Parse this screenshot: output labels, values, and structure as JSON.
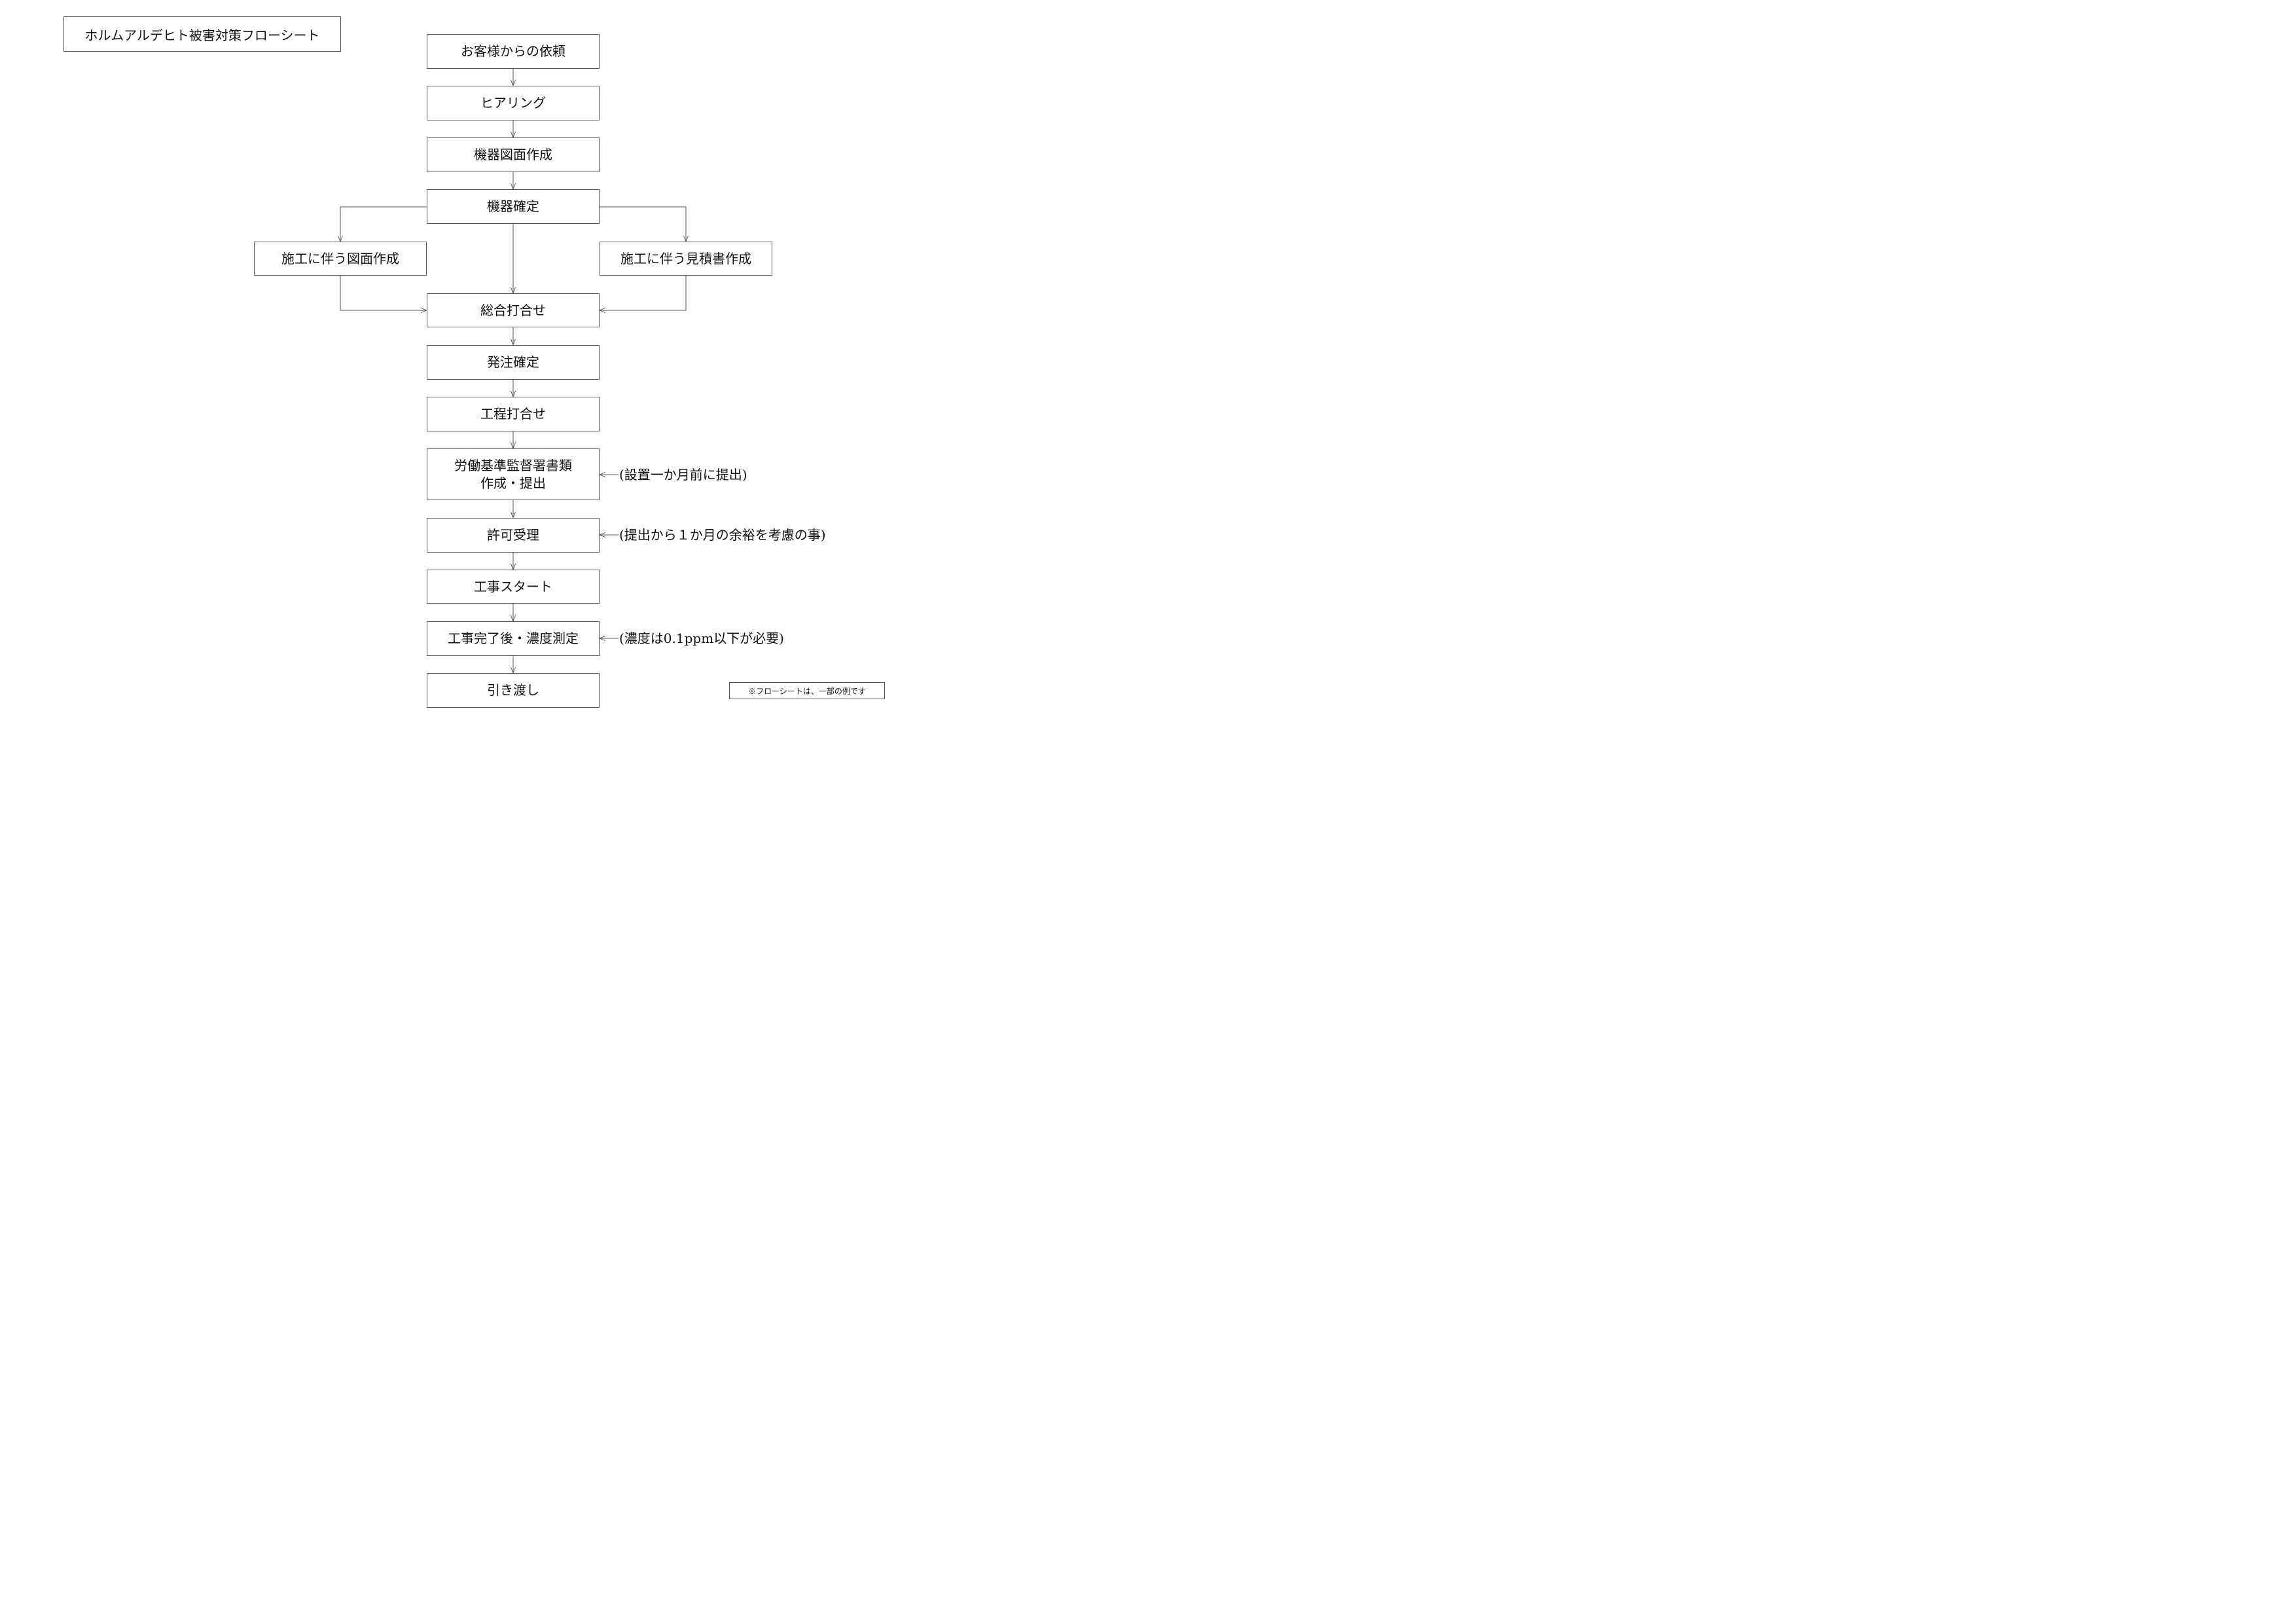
{
  "title": "ホルムアルデヒト被害対策フローシート",
  "footnote": "※フローシートは、一部の例です",
  "steps": {
    "request": "お客様からの依頼",
    "hearing": "ヒアリング",
    "equipment_drawing": "機器図面作成",
    "equipment_confirm": "機器確定",
    "construction_drawing": "施工に伴う図面作成",
    "estimate": "施工に伴う見積書作成",
    "general_meeting": "総合打合せ",
    "order_confirm": "発注確定",
    "process_meeting": "工程打合せ",
    "labor_docs_line1": "労働基準監督署書類",
    "labor_docs_line2": "作成・提出",
    "permit": "許可受理",
    "work_start": "工事スタート",
    "measurement": "工事完了後・濃度測定",
    "handover": "引き渡し"
  },
  "notes": {
    "labor_docs": "(設置一か月前に提出)",
    "permit": "(提出から１か月の余裕を考慮の事)",
    "measurement": "(濃度は0.1ppm以下が必要)"
  }
}
